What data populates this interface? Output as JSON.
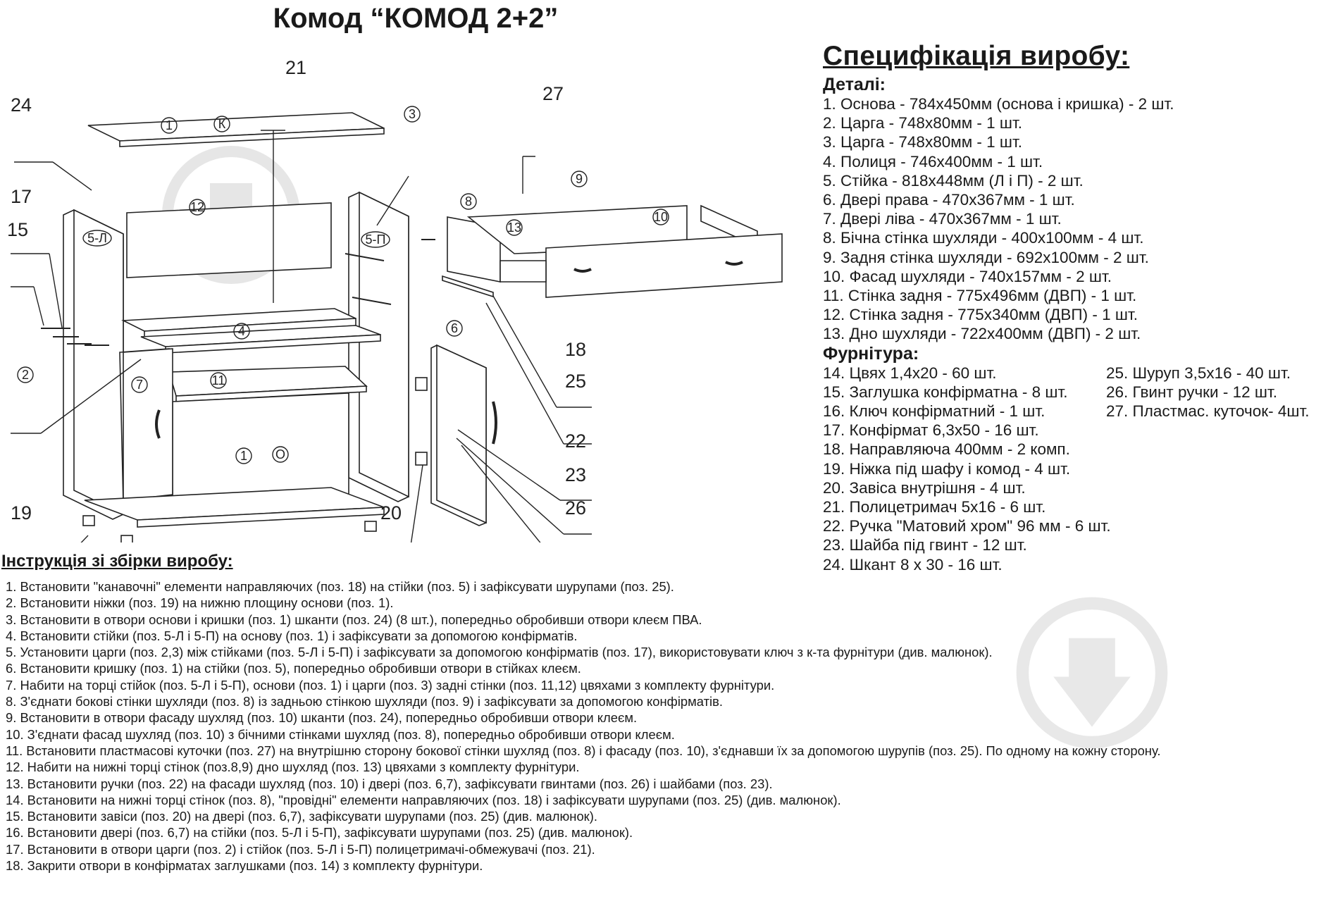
{
  "page_title": "Комод “КОМОД 2+2”",
  "diagram": {
    "callouts": [
      "21",
      "24",
      "3",
      "27",
      "17",
      "15",
      "18",
      "25",
      "2",
      "22",
      "23",
      "19",
      "20",
      "26"
    ],
    "parts": {
      "p1_top": "1",
      "k": "К",
      "p1_bottom": "1",
      "o": "О",
      "p3": "3",
      "p12": "12",
      "p5l": "5-Л",
      "p5p": "5-П",
      "p4": "4",
      "p7": "7",
      "p11": "11",
      "p6": "6",
      "p8": "8",
      "p9": "9",
      "p10": "10",
      "p13": "13",
      "p2": "2"
    }
  },
  "spec": {
    "title": "Специфікація виробу:",
    "details_heading": "Деталі:",
    "details": [
      "1. Основа - 784х450мм (основа і кришка) - 2 шт.",
      "2. Царга - 748х80мм - 1 шт.",
      "3. Царга - 748х80мм - 1 шт.",
      "4. Полиця - 746х400мм - 1 шт.",
      "5. Стійка - 818х448мм (Л і П) - 2 шт.",
      "6. Двері права - 470х367мм - 1 шт.",
      "7. Двері ліва - 470х367мм - 1 шт.",
      "8. Бічна стінка шухляди - 400х100мм - 4 шт.",
      "9. Задня стінка шухляди - 692х100мм - 2 шт.",
      "10. Фасад шухляди - 740х157мм - 2 шт.",
      "11. Стінка задня - 775х496мм (ДВП) - 1 шт.",
      "12. Стінка задня - 775х340мм (ДВП) - 1 шт.",
      "13. Дно шухляди - 722х400мм (ДВП) - 2 шт."
    ],
    "hardware_heading": "Фурнітура:",
    "hardware_pairs": [
      [
        "14. Цвях 1,4х20 - 60 шт.",
        "25. Шуруп 3,5х16 - 40 шт."
      ],
      [
        "15. Заглушка конфірматна - 8 шт.",
        "26. Гвинт ручки - 12 шт."
      ],
      [
        "16. Ключ конфірматний - 1 шт.",
        "27. Пластмас. куточок- 4шт."
      ]
    ],
    "hardware": [
      "17. Конфірмат 6,3х50 - 16 шт.",
      "18. Направляюча 400мм - 2 комп.",
      "19. Ніжка під шафу і комод - 4 шт.",
      "20. Завіса внутрішня - 4 шт.",
      "21. Полицетримач 5х16 - 6 шт.",
      "22. Ручка \"Матовий хром\" 96 мм - 6 шт.",
      "23. Шайба під гвинт - 12 шт.",
      "24. Шкант 8 х 30 - 16 шт."
    ]
  },
  "instructions": {
    "title": "Інструкція зі збірки виробу:",
    "steps": [
      "1. Встановити \"канавочні\" елементи направляючих (поз. 18) на стійки (поз. 5) і зафіксувати шурупами (поз. 25).",
      "2. Встановити ніжки (поз. 19) на нижню площину основи (поз. 1).",
      "3. Встановити в отвори основи і кришки (поз. 1) шканти (поз. 24) (8 шт.), попередньо обробивши отвори клеєм ПВА.",
      "4. Встановити стійки (поз. 5-Л і 5-П) на основу (поз. 1) і зафіксувати за допомогою конфірматів.",
      "5. Установити царги (поз. 2,3) між стійками (поз. 5-Л і 5-П) і зафіксувати за допомогою конфірматів (поз. 17), використовувати ключ з к-та фурнітури (див. малюнок).",
      "6. Встановити кришку (поз. 1) на стійки (поз. 5), попередньо обробивши отвори в стійках клеєм.",
      "7. Набити на торці стійок (поз. 5-Л і 5-П), основи (поз. 1) і царги (поз. 3) задні стінки (поз. 11,12) цвяхами з комплекту фурнітури.",
      "8. З'єднати бокові стінки шухляди (поз. 8) із задньою стінкою шухляди (поз. 9) і зафіксувати за допомогою конфірматів.",
      "9. Встановити в отвори фасаду шухляд (поз. 10) шканти (поз. 24), попередньо обробивши отвори клеєм.",
      "10. З'єднати фасад шухляд (поз. 10) з бічними стінками шухляд (поз. 8), попередньо обробивши отвори клеєм.",
      "11. Встановити пластмасові куточки (поз. 27) на внутрішню сторону бокової стінки шухляд (поз. 8) і фасаду (поз. 10), з'єднавши їх за допомогою шурупів (поз. 25). По одному на кожну сторону.",
      "12. Набити на нижні торці стінок (поз.8,9) дно шухляд (поз. 13) цвяхами з комплекту фурнітури.",
      "13. Встановити ручки (поз. 22) на фасади шухляд (поз. 10) і двері (поз. 6,7), зафіксувати гвинтами (поз. 26) і шайбами (поз. 23).",
      "14. Встановити на нижні торці стінок (поз. 8), \"провідні\" елементи направляючих (поз. 18) і зафіксувати шурупами (поз. 25) (див. малюнок).",
      "15. Встановити завіси (поз. 20) на двері (поз. 6,7), зафіксувати шурупами (поз. 25) (див. малюнок).",
      "16. Встановити двері (поз. 6,7) на стійки (поз. 5-Л і 5-П), зафіксувати шурупами (поз. 25) (див. малюнок).",
      "17. Встановити в отвори царги (поз. 2) і стійок (поз. 5-Л і 5-П) полицетримачі-обмежувачі (поз. 21).",
      "18. Закрити отвори в конфірматах заглушками (поз. 14) з комплекту фурнітури."
    ]
  }
}
